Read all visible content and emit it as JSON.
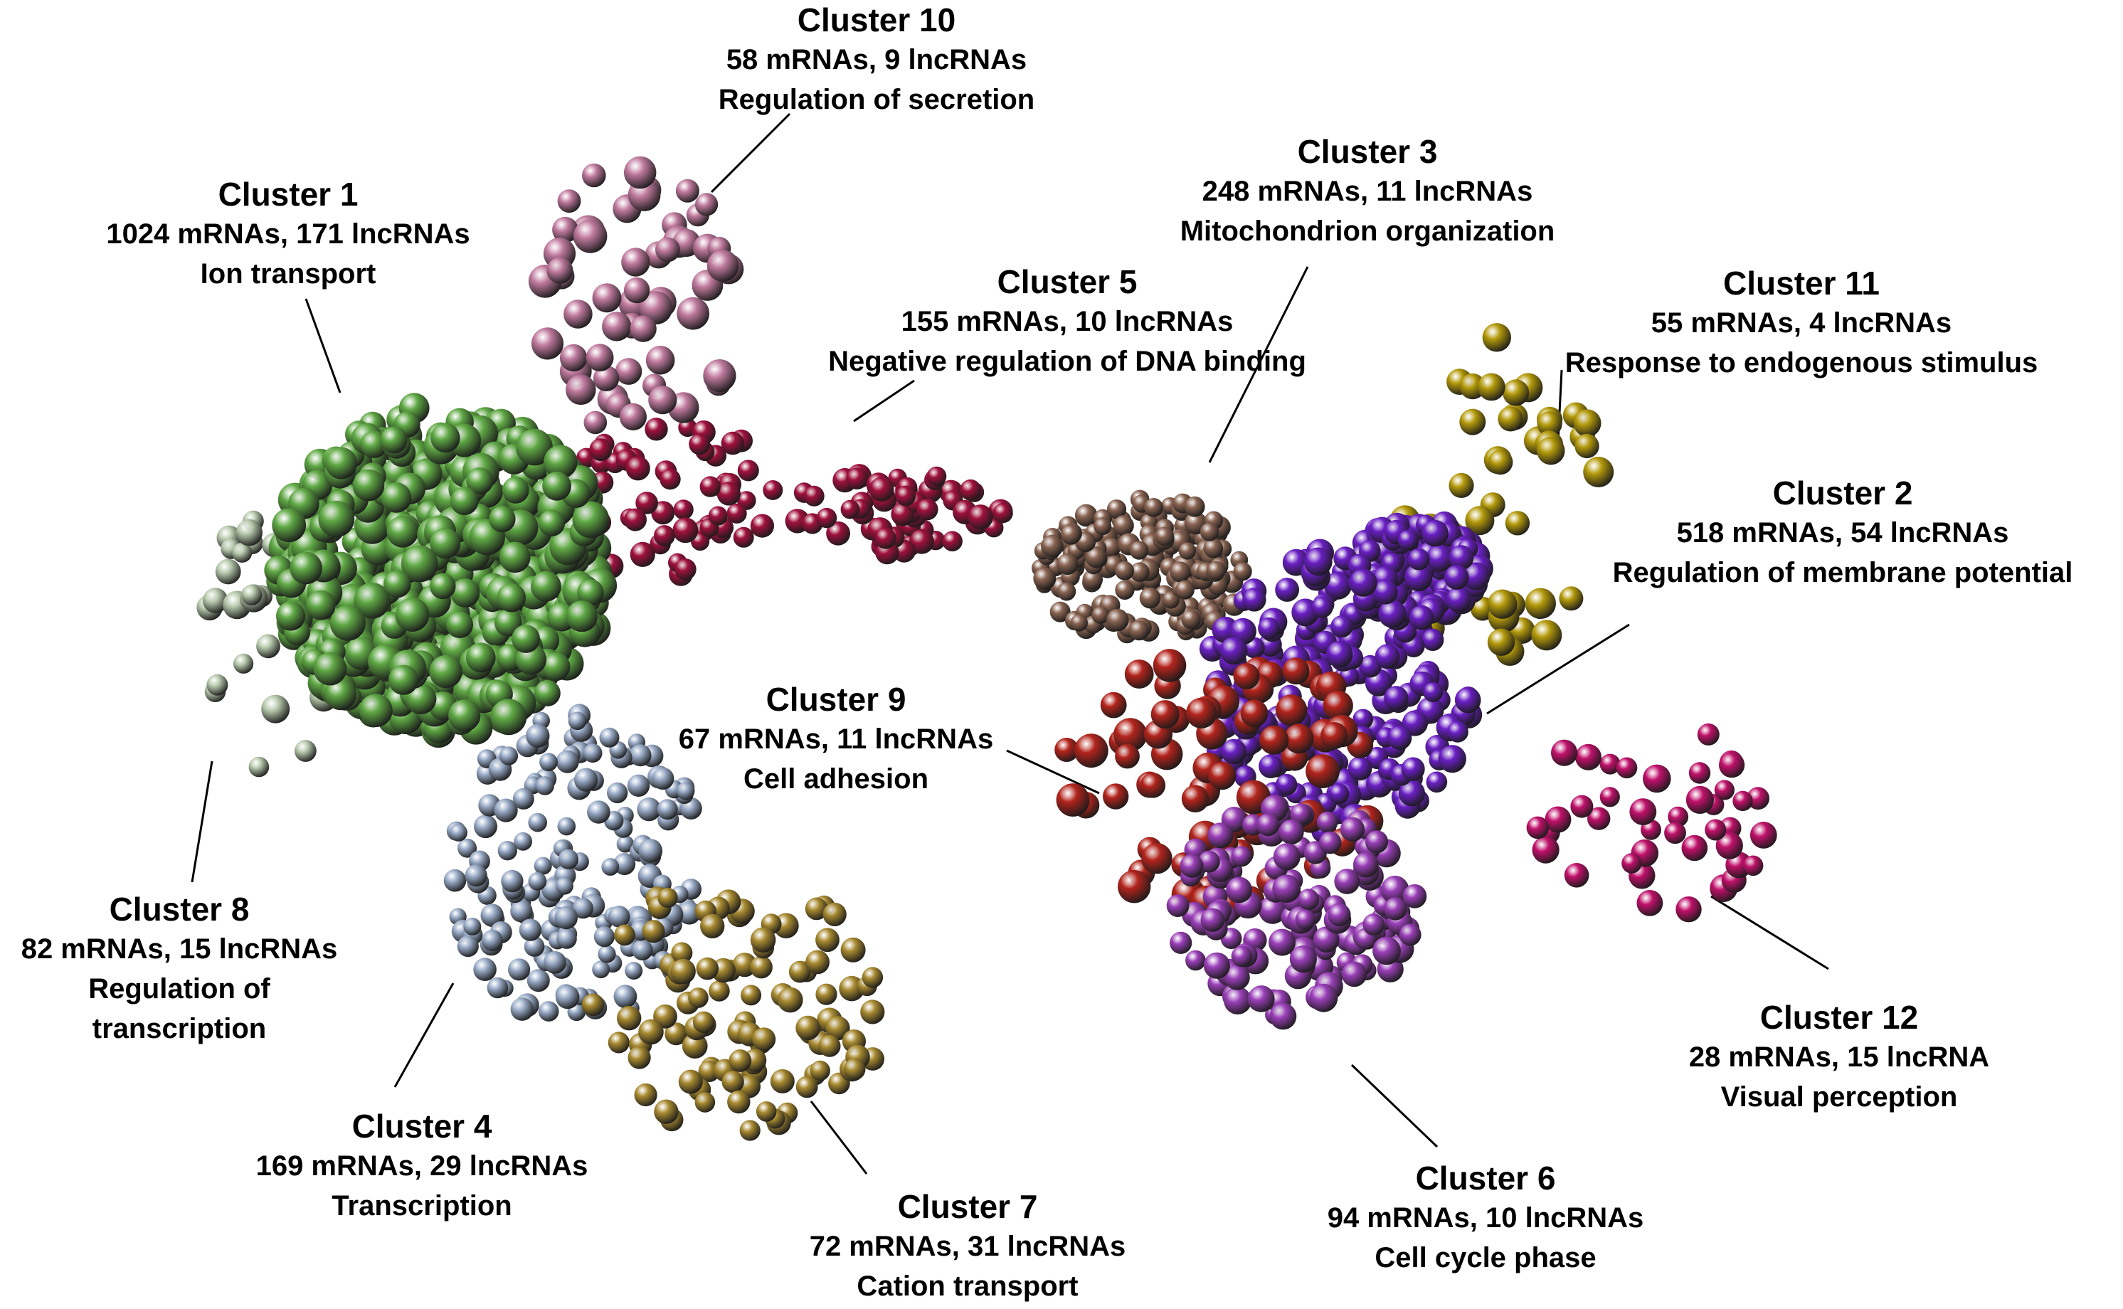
{
  "palette": {
    "green": "#5fa844",
    "pale": "#b7c9ac",
    "crimson": "#a0103e",
    "pink": "#c07a9e",
    "brown": "#8a6452",
    "purple": "#6a1fc4",
    "violet": "#9a3fb8",
    "red": "#b3241c",
    "yellow": "#b49a0a",
    "magenta": "#c0106a",
    "bluegray": "#9aacc8",
    "gold": "#a88a30"
  },
  "clusters": [
    {
      "id": "c1",
      "name": "Cluster 1",
      "counts": "1024 mRNAs, 171 lncRNAs",
      "term": "Ion transport",
      "color": "green",
      "n": 620
    },
    {
      "id": "c2",
      "name": "Cluster 2",
      "counts": "518 mRNAs, 54 lncRNAs",
      "term": "Regulation of membrane potential",
      "color": "purple",
      "n": 380
    },
    {
      "id": "c3",
      "name": "Cluster 3",
      "counts": "248 mRNAs, 11 lncRNAs",
      "term": "Mitochondrion organization",
      "color": "brown",
      "n": 180
    },
    {
      "id": "c4",
      "name": "Cluster 4",
      "counts": "169 mRNAs, 29 lncRNAs",
      "term": "Transcription",
      "color": "bluegray",
      "n": 170
    },
    {
      "id": "c5",
      "name": "Cluster 5",
      "counts": "155 mRNAs, 10 lncRNAs",
      "term": "Negative regulation of DNA binding",
      "color": "crimson",
      "n": 120
    },
    {
      "id": "c6",
      "name": "Cluster 6",
      "counts": "94 mRNAs, 10 lncRNAs",
      "term": "Cell cycle phase",
      "color": "violet",
      "n": 130
    },
    {
      "id": "c7",
      "name": "Cluster 7",
      "counts": "72 mRNAs, 31 lncRNAs",
      "term": "Cation transport",
      "color": "gold",
      "n": 100
    },
    {
      "id": "c8",
      "name": "Cluster 8",
      "counts": "82 mRNAs, 15 lncRNAs",
      "term": "Regulation of transcription",
      "color": "pale",
      "n": 30
    },
    {
      "id": "c9",
      "name": "Cluster 9",
      "counts": "67 mRNAs, 11 lncRNAs",
      "term": "Cell adhesion",
      "color": "red",
      "n": 70
    },
    {
      "id": "c10",
      "name": "Cluster 10",
      "counts": "58 mRNAs, 9 lncRNAs",
      "term": "Regulation of secretion",
      "color": "pink",
      "n": 55
    },
    {
      "id": "c11",
      "name": "Cluster 11",
      "counts": "55 mRNAs, 4 lncRNAs",
      "term": "Response to endogenous stimulus",
      "color": "yellow",
      "n": 40
    },
    {
      "id": "c12",
      "name": "Cluster 12",
      "counts": "28 mRNAs, 15 lncRNA",
      "term": "Visual perception",
      "color": "magenta",
      "n": 40
    }
  ]
}
